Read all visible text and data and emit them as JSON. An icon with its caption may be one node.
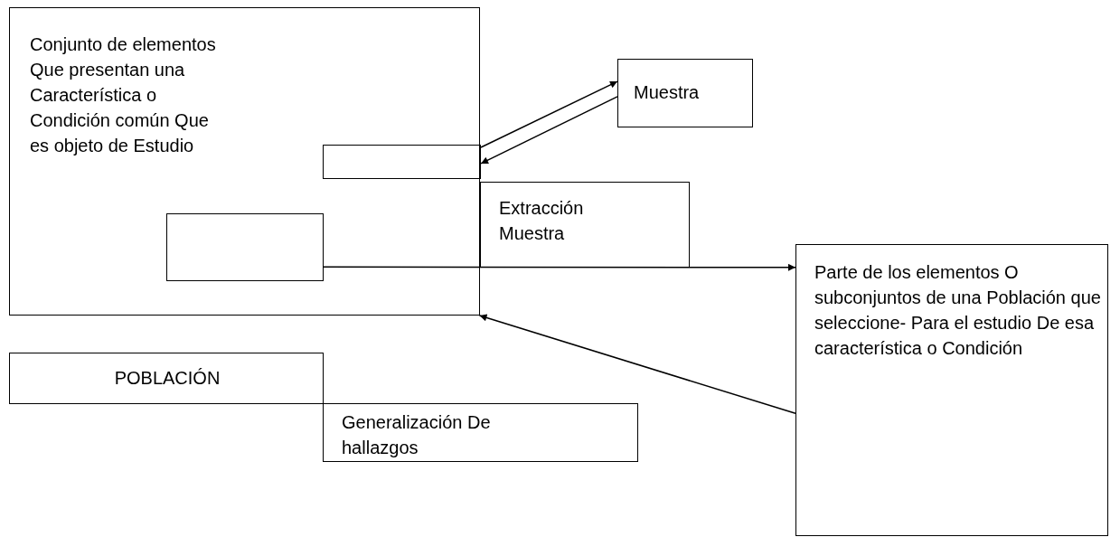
{
  "diagram": {
    "nodes": [
      {
        "text": [
          "Conjunto de elementos Que presentan una Característica o Condición común Que es objeto de Estudio"
        ]
      },
      {
        "text": [],
        "shape": "box",
        "in": 0
      },
      {
        "text": [],
        "shape": "box",
        "in": 0
      },
      {
        "text": [
          "Muestra"
        ]
      },
      {
        "text": [
          "Extracción Muestra"
        ]
      },
      {
        "text": [
          "Parte de los elementos O subconjuntos de una Población que seleccione- Para el estudio De esa característica o Condición"
        ]
      },
      {
        "text": [
          "POBLACIÓN"
        ]
      },
      {
        "text": [
          "Generalización De hallazgos"
        ]
      }
    ],
    "edges": [
      {
        "from": 1,
        "to": 3,
        "arrow": "to"
      },
      {
        "from": 3,
        "to": 1,
        "arrow": "to"
      },
      {
        "from": 2,
        "to": 5,
        "arrow": "to"
      },
      {
        "from": 5,
        "to": 0,
        "arrow": "to"
      }
    ]
  }
}
